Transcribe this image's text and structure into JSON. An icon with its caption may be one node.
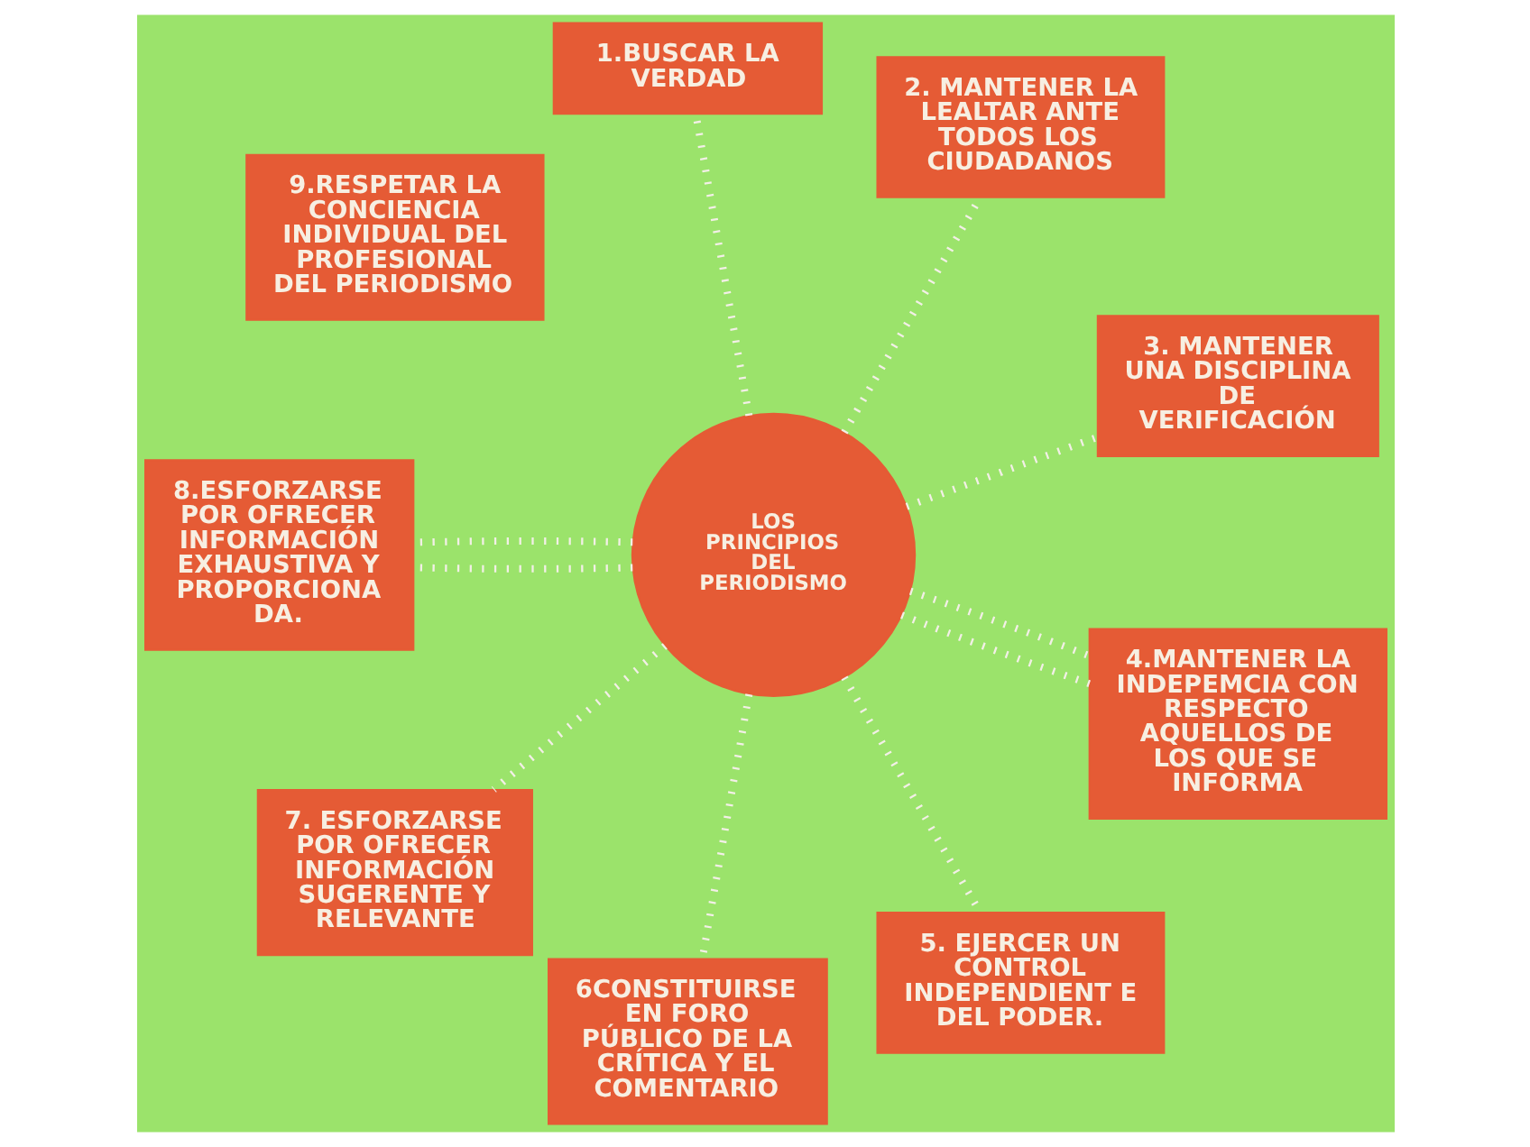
{
  "diagram": {
    "nodes": [
      {
        "text": [
          "LOS PRINCIPIOS DEL PERIODISMO"
        ]
      },
      {
        "text": [
          "1.BUSCAR LA VERDAD"
        ]
      },
      {
        "text": [
          "2. MANTENER LA LEALTAR ANTE TODOS LOS CIUDADANOS"
        ]
      },
      {
        "text": [
          "3. MANTENER UNA DISCIPLINA DE VERIFICACIÓN"
        ]
      },
      {
        "text": [
          "4.MANTENER LA INDEPEMCIA CON RESPECTO AQUELLOS DE LOS QUE SE INFORMA"
        ]
      },
      {
        "text": [
          "5. EJERCER UN CONTROL INDEPENDIENT E DEL PODER."
        ]
      },
      {
        "text": [
          "6CONSTITUIRSE EN FORO PÚBLICO DE LA CRÍTICA Y EL COMENTARIO"
        ]
      },
      {
        "text": [
          "7. ESFORZARSE POR OFRECER INFORMACIÓN SUGERENTE Y RELEVANTE"
        ]
      },
      {
        "text": [
          "8.ESFORZARSE POR OFRECER INFORMACIÓN EXHAUSTIVA Y PROPORCIONA DA."
        ]
      },
      {
        "text": [
          "9.RESPETAR LA CONCIENCIA INDIVIDUAL DEL PROFESIONAL DEL PERIODISMO"
        ]
      }
    ],
    "edges": [
      {
        "from": 0,
        "to": 1,
        "arrow": "none"
      },
      {
        "from": 0,
        "to": 2,
        "arrow": "none"
      },
      {
        "from": 0,
        "to": 3,
        "arrow": "none"
      },
      {
        "from": 0,
        "to": 4,
        "arrow": "none"
      },
      {
        "from": 0,
        "to": 4,
        "arrow": "none"
      },
      {
        "from": 0,
        "to": 5,
        "arrow": "none"
      },
      {
        "from": 0,
        "to": 6,
        "arrow": "none"
      },
      {
        "from": 0,
        "to": 7,
        "arrow": "none"
      },
      {
        "from": 0,
        "to": 8,
        "arrow": "none"
      },
      {
        "from": 0,
        "to": 8,
        "arrow": "none"
      }
    ]
  }
}
